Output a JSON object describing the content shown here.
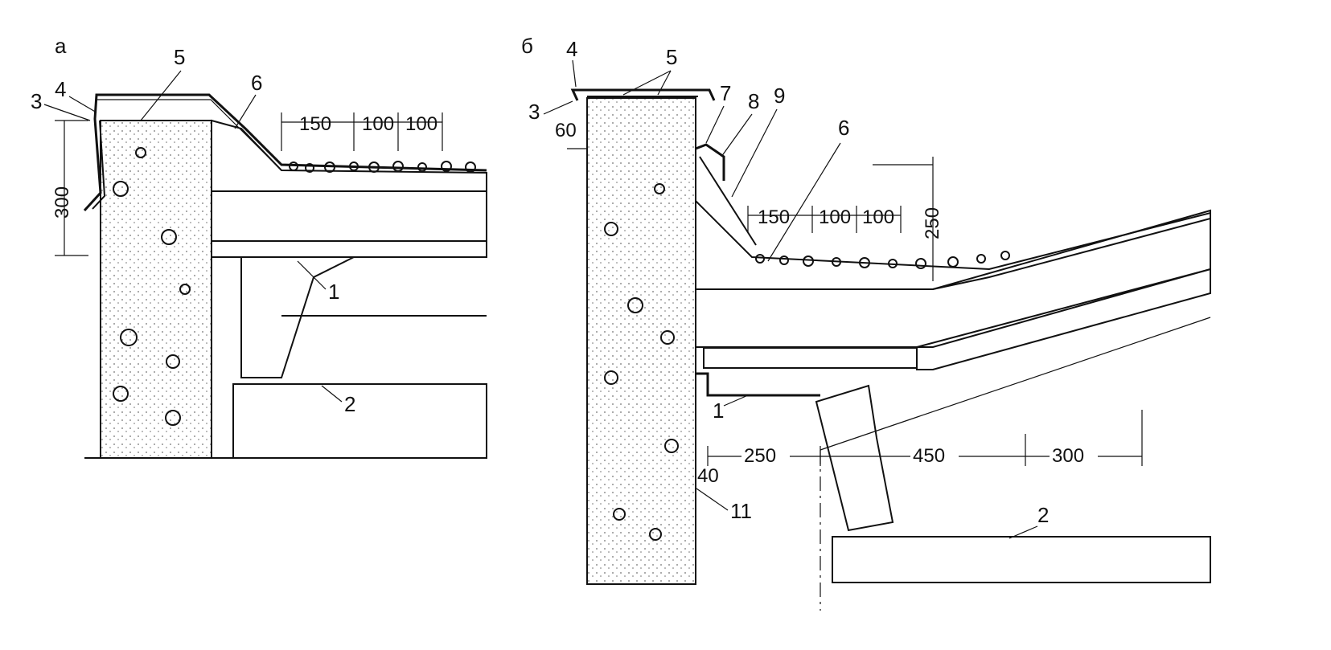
{
  "panels": {
    "a": {
      "letter": "а",
      "callouts": [
        "1",
        "2",
        "3",
        "4",
        "5",
        "6"
      ],
      "dims": {
        "height": "300",
        "g1": "150",
        "g2": "100",
        "g3": "100"
      }
    },
    "b": {
      "letter": "б",
      "callouts": [
        "1",
        "2",
        "3",
        "4",
        "5",
        "6",
        "7",
        "8",
        "9",
        "11"
      ],
      "dims": {
        "offset": "60",
        "g1": "150",
        "g2": "100",
        "g3": "100",
        "rise": "250",
        "d1": "250",
        "d2": "450",
        "d3": "300",
        "gap": "40"
      }
    }
  },
  "colors": {
    "ink": "#111111",
    "paper": "#ffffff"
  }
}
